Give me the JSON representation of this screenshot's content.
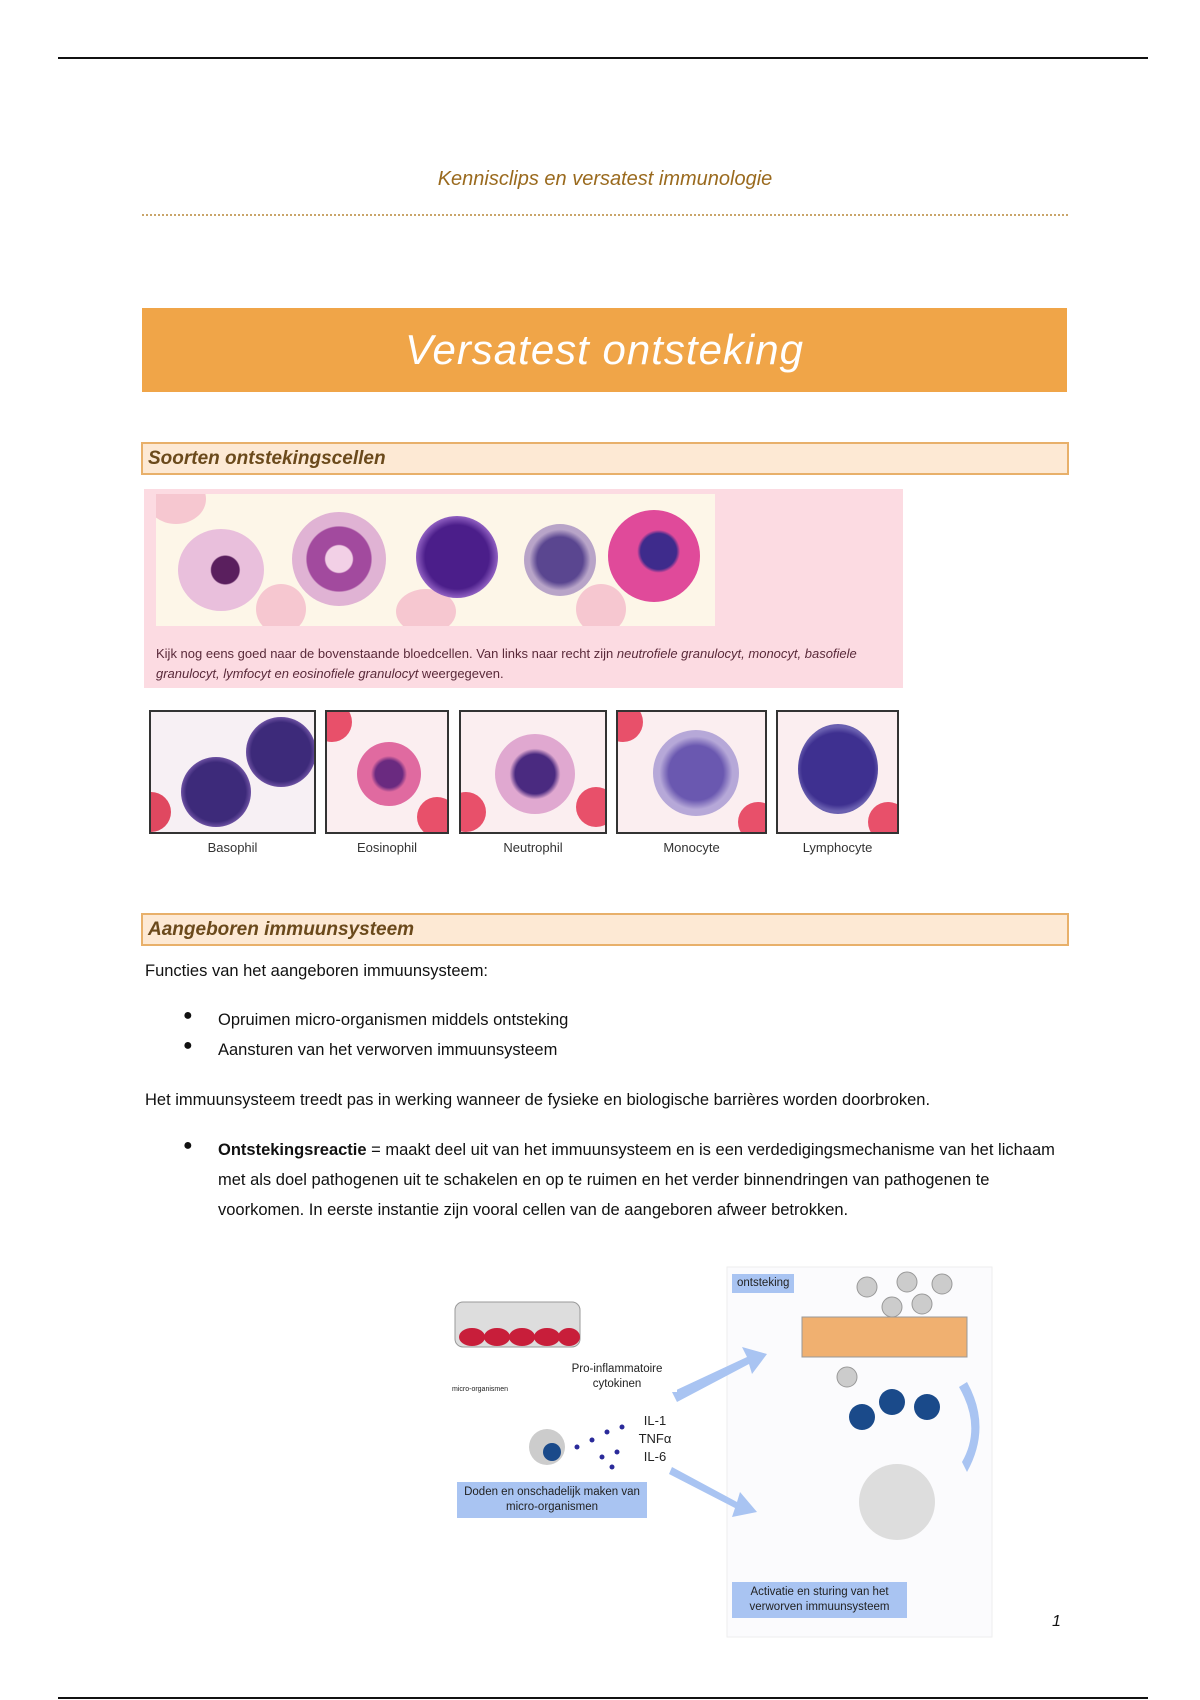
{
  "header": {
    "title": "Kennisclips en versatest immunologie"
  },
  "banner": {
    "title": "Versatest ontsteking"
  },
  "section1": {
    "heading": "Soorten ontstekingscellen",
    "caption_plain1": "Kijk nog eens goed naar de bovenstaande bloedcellen. Van links naar recht zijn ",
    "caption_italic": "neutrofiele granulocyt, monocyt, basofiele granulocyt, lymfocyt en eosinofiele granulocyt",
    "caption_plain2": " weergegeven.",
    "cell_labels": [
      "Basophil",
      "Eosinophil",
      "Neutrophil",
      "Monocyte",
      "Lymphocyte"
    ]
  },
  "section2": {
    "heading": "Aangeboren immuunsysteem",
    "intro": "Functies van het aangeboren immuunsysteem:",
    "bullets": [
      "Opruimen micro-organismen middels ontsteking",
      "Aansturen van het verworven immuunsysteem"
    ],
    "paragraph": "Het immuunsysteem treedt pas in werking wanneer de fysieke en biologische barrières worden doorbroken.",
    "term": "Ontstekingsreactie",
    "definition": " = maakt deel uit van het immuunsysteem en is een verdedigingsmechanisme van het lichaam met als doel pathogenen uit te schakelen en op te ruimen en het verder binnendringen van pathogenen te voorkomen. In eerste instantie zijn vooral cellen van de aangeboren afweer betrokken."
  },
  "diagram": {
    "microorganisms": "micro-organismen",
    "cytokines_box": "Pro-inflammatoire cytokinen",
    "cytokines": [
      "IL-1",
      "TNFα",
      "IL-6"
    ],
    "kill_box": "Doden en onschadelijk maken van micro-organismen",
    "inflammation": "ontsteking",
    "activation_box": "Activatie en sturing van het verworven immuunsysteem"
  },
  "page_number": "1"
}
